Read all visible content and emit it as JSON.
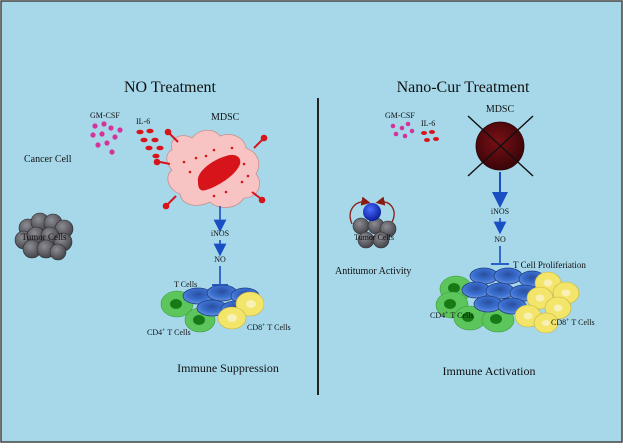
{
  "colors": {
    "background": "#a6d8ea",
    "border": "#444444",
    "mdsc_body": "#f7c3c3",
    "mdsc_nucleus": "#d8141b",
    "cytokine_gmcsf": "#d6339a",
    "cytokine_il6": "#d8141b",
    "arrow_blue": "#1a4fc4",
    "tumor_cell": "#5f5f66",
    "tcell_blue": "#3a6fd0",
    "cd4_green": "#5cc55c",
    "cd8_yellow": "#f3e46a",
    "dead_mdsc": "#5c0a0e",
    "divider": "#222222"
  },
  "left": {
    "title": "NO Treatment",
    "gmcsf_label": "GM-CSF",
    "il6_label": "IL-6",
    "mdsc_label": "MDSC",
    "cancer_cell_label": "Cancer Cell",
    "tumor_cells_label": "Tumor Cells",
    "inos_label": "iNOS",
    "no_label": "NO",
    "t_cells_label": "T Cells",
    "cd4_label": "CD4",
    "cd4_sup": "+",
    "cd4_tail": " T Cells",
    "cd8_label": "CD8",
    "cd8_sup": "+",
    "cd8_tail": " T Cells",
    "caption": "Immune Suppression"
  },
  "right": {
    "title": "Nano-Cur Treatment",
    "mdsc_label": "MDSC",
    "gmcsf_label": "GM-CSF",
    "il6_label": "IL-6",
    "tumor_cells_label": "Tumor Cells",
    "antitumor_label": "Antitumor Activity",
    "inos_label": "iNOS",
    "no_label": "NO",
    "proliferation_label": "T Cell Proliferiation",
    "cd4_label": "CD4",
    "cd4_sup": "+",
    "cd4_tail": " T Cells",
    "cd8_label": "CD8",
    "cd8_sup": "+",
    "cd8_tail": " T Cells",
    "caption": "Immune Activation"
  }
}
